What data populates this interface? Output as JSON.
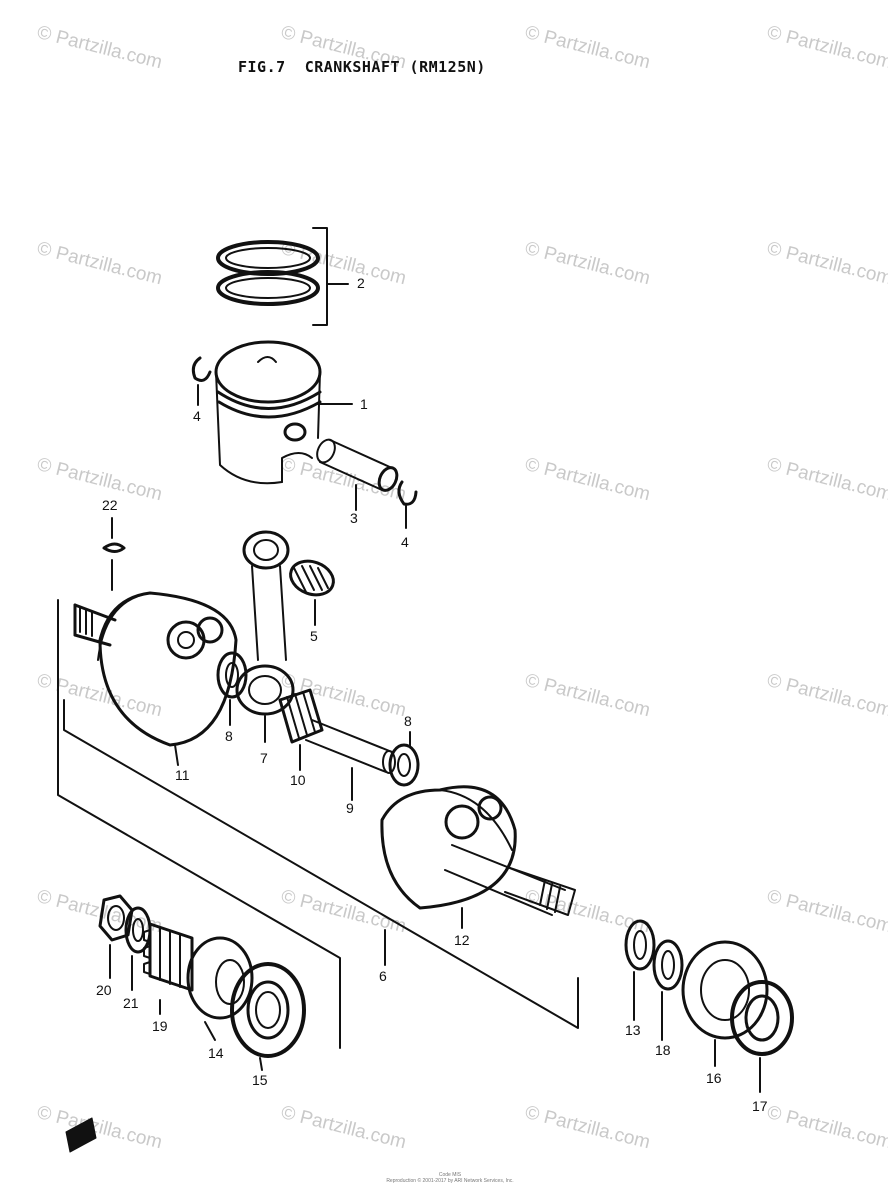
{
  "title": "FIG.7  CRANKSHAFT (RM125N)",
  "watermark": "© Partzilla.com",
  "footer": {
    "line1": "Code MIS",
    "line2": "Reproduction © 2001-2017 by ARI Network Services, Inc."
  },
  "callouts": {
    "c1": "1",
    "c2": "2",
    "c3": "3",
    "c4a": "4",
    "c4b": "4",
    "c5": "5",
    "c6": "6",
    "c7": "7",
    "c8a": "8",
    "c8b": "8",
    "c9": "9",
    "c10": "10",
    "c11": "11",
    "c12": "12",
    "c13": "13",
    "c14": "14",
    "c15": "15",
    "c16": "16",
    "c17": "17",
    "c18": "18",
    "c19": "19",
    "c20": "20",
    "c21": "21",
    "c22": "22"
  },
  "colors": {
    "ink": "#111111",
    "watermark": "#c9c9c9"
  }
}
